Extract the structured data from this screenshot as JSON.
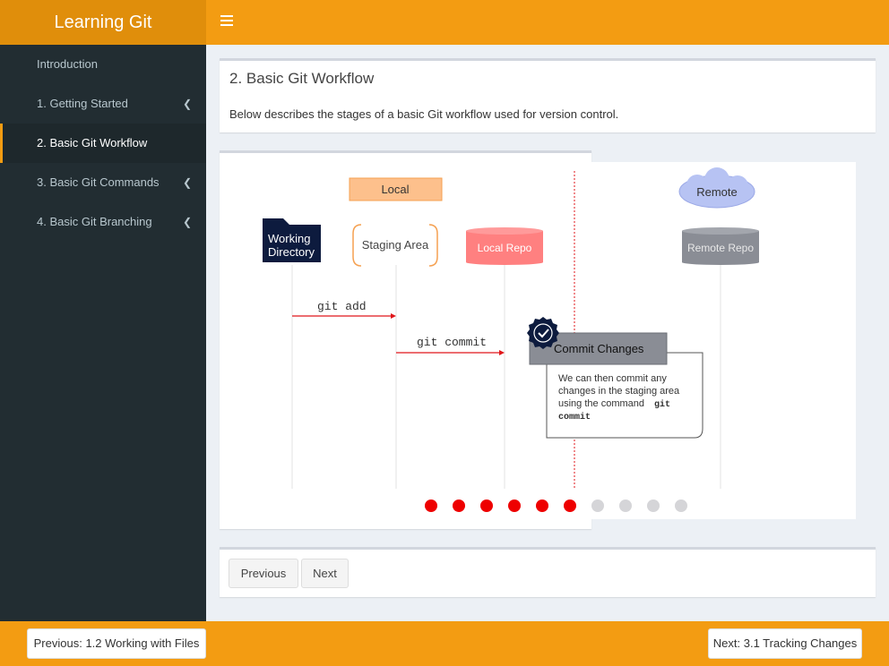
{
  "app": {
    "title": "Learning Git"
  },
  "sidebar": {
    "items": [
      {
        "label": "Introduction"
      },
      {
        "label": "1. Getting Started"
      },
      {
        "label": "2. Basic Git Workflow"
      },
      {
        "label": "3. Basic Git Commands"
      },
      {
        "label": "4. Basic Git Branching"
      }
    ]
  },
  "page": {
    "title": "2. Basic Git Workflow",
    "description": "Below describes the stages of a basic Git workflow used for version control."
  },
  "diagram": {
    "local_label": "Local",
    "remote_label": "Remote",
    "working_directory": [
      "Working",
      "Directory"
    ],
    "staging_area": "Staging Area",
    "local_repo": "Local Repo",
    "remote_repo": "Remote Repo",
    "git_add": "git add",
    "git_commit": "git commit",
    "callout_title": "Commit Changes",
    "callout_lines": [
      "We can then commit any",
      "changes in the staging area",
      "using the command"
    ],
    "callout_code_1": "git",
    "callout_code_2": "commit",
    "colors": {
      "local_box": "#fdc08c",
      "local_repo": "#ff8080",
      "remote_repo": "#8a8d95",
      "remote_cloud": "#b7c3f3",
      "working_dir": "#0d1b3e",
      "staging_bracket": "#f5a050",
      "arrow": "#e0161a",
      "dot_active": "#ee0000",
      "dot_inactive": "#d5d5d8"
    }
  },
  "pagination": {
    "total": 10,
    "active": 6
  },
  "nav_buttons": {
    "previous": "Previous",
    "next": "Next"
  },
  "footer": {
    "previous": "Previous: 1.2 Working with Files",
    "next": "Next: 3.1 Tracking Changes"
  }
}
